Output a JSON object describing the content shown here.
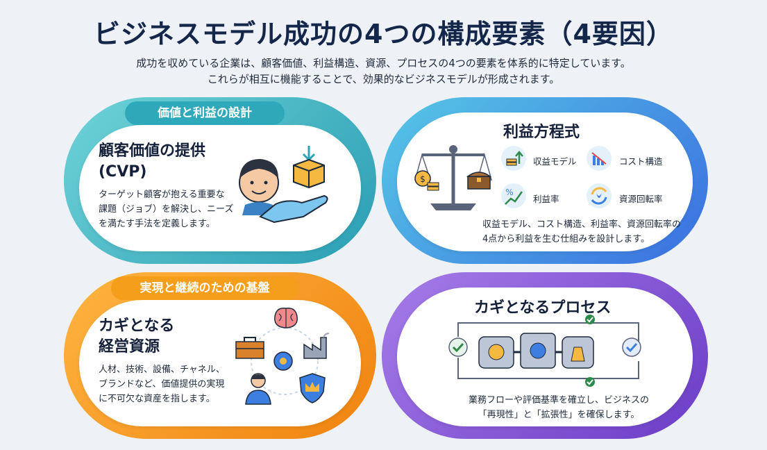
{
  "title": "ビジネスモデル成功の4つの構成要素（4要因）",
  "subtitle_line1": "成功を収めている企業は、顧客価値、利益構造、資源、プロセスの4つの要素を体系的に特定しています。",
  "subtitle_line2": "これらが相互に機能することで、効果的なビジネスモデルが形成されます。",
  "top_band_label": "価値と利益の設計",
  "bottom_band_label": "実現と継続のための基盤",
  "cvp": {
    "heading_line1": "顧客価値の提供",
    "heading_line2": "(CVP)",
    "desc_line1": "ターゲット顧客が抱える重要な",
    "desc_line2": "課題（ジョブ）を解決し、ニーズ",
    "desc_line3": "を満たす手法を定義します。"
  },
  "profit": {
    "heading": "利益方程式",
    "items": [
      "収益モデル",
      "コスト構造",
      "利益率",
      "資源回転率"
    ],
    "desc_line1": "収益モデル、コスト構造、利益率、資源回転率の",
    "desc_line2": "4点から利益を生む仕組みを設計します。"
  },
  "resources": {
    "heading_line1": "カギとなる",
    "heading_line2": "経営資源",
    "desc_line1": "人材、技術、設備、チャネル、",
    "desc_line2": "ブランドなど、価値提供の実現",
    "desc_line3": "に不可欠な資産を指します。"
  },
  "process": {
    "heading": "カギとなるプロセス",
    "desc_line1": "業務フローや評価基準を確立し、ビジネスの",
    "desc_line2": "「再現性」と「拡張性」を確保します。"
  },
  "colors": {
    "teal": "#2bb3c0",
    "blue": "#3d7fe0",
    "orange": "#f7941d",
    "purple": "#7e4fd1",
    "title": "#14264a"
  },
  "icons": [
    "person-icon",
    "gift-box-icon",
    "hand-icon",
    "scale-icon",
    "coins-icon",
    "treasure-chest-icon",
    "revenue-icon",
    "cost-chart-icon",
    "percent-icon",
    "cycle-icon",
    "brain-icon",
    "toolbox-icon",
    "factory-icon",
    "gear-icon",
    "employee-icon",
    "crown-shield-icon",
    "machine-icon",
    "check-icon"
  ]
}
